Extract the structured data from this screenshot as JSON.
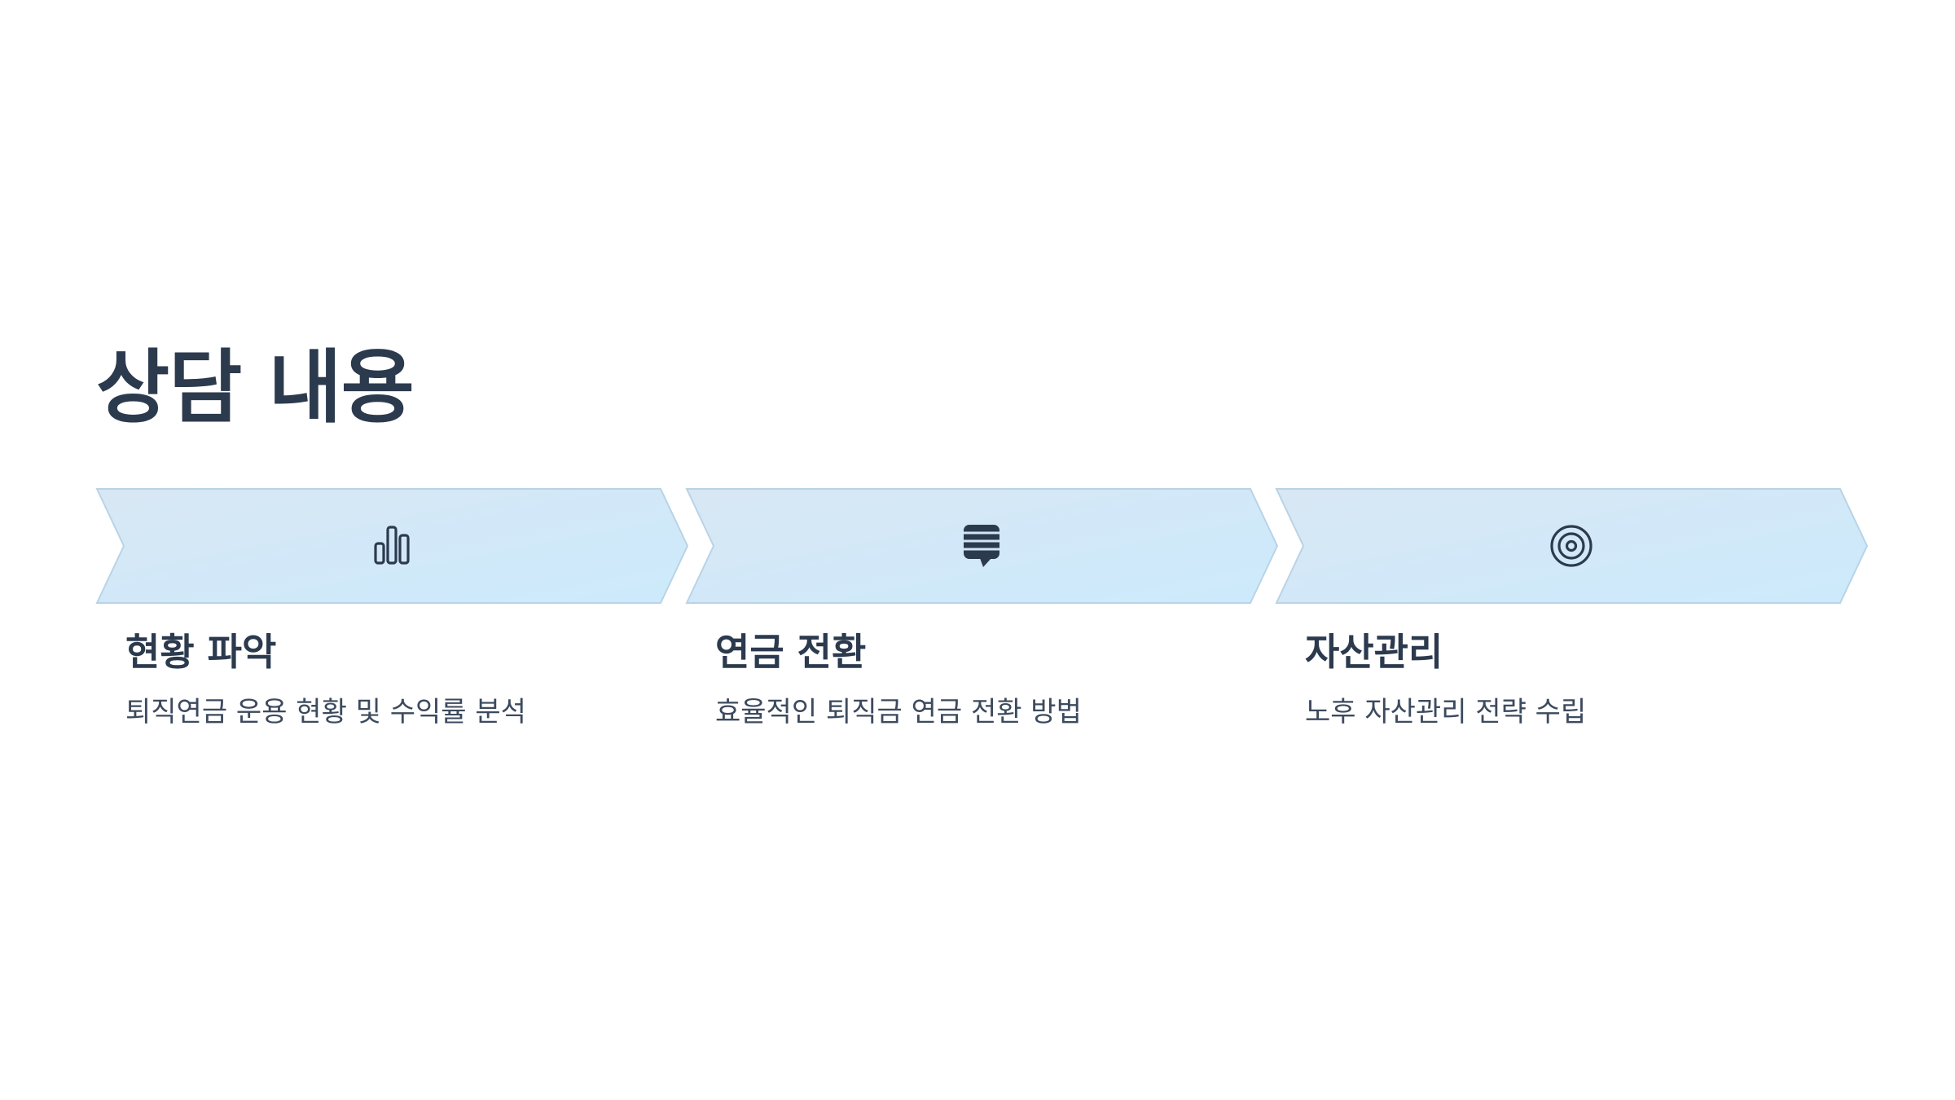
{
  "title": "상담 내용",
  "colors": {
    "chevron_fill_start": "#d8e7f4",
    "chevron_fill_end": "#cfeafb",
    "chevron_stroke": "#b9d3e6",
    "text_primary": "#2c3a4e",
    "icon": "#2c3a4e"
  },
  "steps": [
    {
      "icon": "bar-chart-icon",
      "title": "현황 파악",
      "description": "퇴직연금 운용 현황 및 수익률 분석"
    },
    {
      "icon": "chat-bubble-icon",
      "title": "연금 전환",
      "description": "효율적인 퇴직금 연금 전환 방법"
    },
    {
      "icon": "target-icon",
      "title": "자산관리",
      "description": "노후 자산관리 전략 수립"
    }
  ]
}
